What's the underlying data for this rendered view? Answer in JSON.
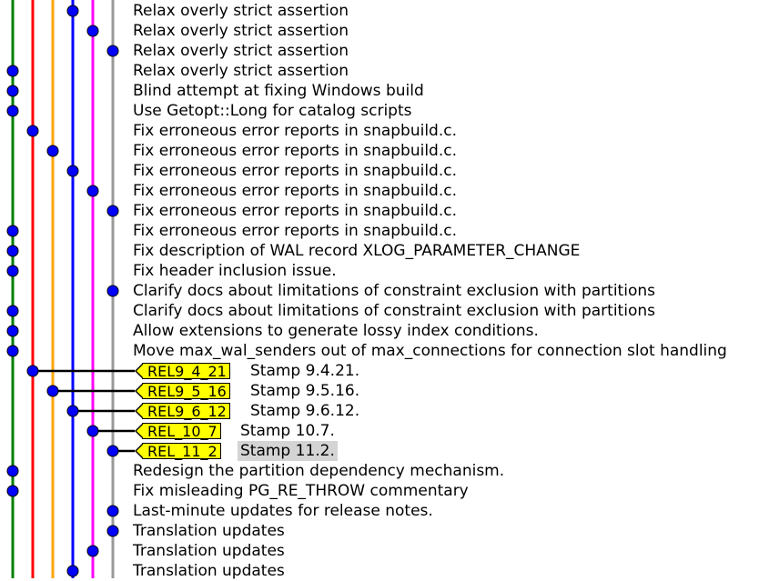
{
  "window": {
    "title": "gitk commit history"
  },
  "graph": {
    "lanes": [
      {
        "color": "#008000"
      },
      {
        "color": "#ff0000"
      },
      {
        "color": "#ffa500"
      },
      {
        "color": "#0000ff"
      },
      {
        "color": "#ff00ff"
      },
      {
        "color": "#999999"
      }
    ],
    "node_color": "#0000ff"
  },
  "commits": [
    {
      "lane": 3,
      "message": "Relax overly strict assertion"
    },
    {
      "lane": 4,
      "message": "Relax overly strict assertion"
    },
    {
      "lane": 5,
      "message": "Relax overly strict assertion"
    },
    {
      "lane": 0,
      "message": "Relax overly strict assertion"
    },
    {
      "lane": 0,
      "message": "Blind attempt at fixing Windows build"
    },
    {
      "lane": 0,
      "message": "Use Getopt::Long for catalog scripts"
    },
    {
      "lane": 1,
      "message": "Fix erroneous error reports in snapbuild.c."
    },
    {
      "lane": 2,
      "message": "Fix erroneous error reports in snapbuild.c."
    },
    {
      "lane": 3,
      "message": "Fix erroneous error reports in snapbuild.c."
    },
    {
      "lane": 4,
      "message": "Fix erroneous error reports in snapbuild.c."
    },
    {
      "lane": 5,
      "message": "Fix erroneous error reports in snapbuild.c."
    },
    {
      "lane": 0,
      "message": "Fix erroneous error reports in snapbuild.c."
    },
    {
      "lane": 0,
      "message": "Fix description of WAL record XLOG_PARAMETER_CHANGE"
    },
    {
      "lane": 0,
      "message": "Fix header inclusion issue."
    },
    {
      "lane": 5,
      "message": "Clarify docs about limitations of constraint exclusion with partitions"
    },
    {
      "lane": 0,
      "message": "Clarify docs about limitations of constraint exclusion with partitions"
    },
    {
      "lane": 0,
      "message": "Allow extensions to generate lossy index conditions."
    },
    {
      "lane": 0,
      "message": "Move max_wal_senders out of max_connections for connection slot handling"
    },
    {
      "lane": 1,
      "tag": "REL9_4_21",
      "message": "Stamp 9.4.21."
    },
    {
      "lane": 2,
      "tag": "REL9_5_16",
      "message": "Stamp 9.5.16."
    },
    {
      "lane": 3,
      "tag": "REL9_6_12",
      "message": "Stamp 9.6.12."
    },
    {
      "lane": 4,
      "tag": "REL_10_7",
      "message": "Stamp 10.7."
    },
    {
      "lane": 5,
      "tag": "REL_11_2",
      "message": "Stamp 11.2.",
      "selected": true
    },
    {
      "lane": 0,
      "message": "Redesign the partition dependency mechanism."
    },
    {
      "lane": 0,
      "message": "Fix misleading PG_RE_THROW commentary"
    },
    {
      "lane": 5,
      "message": "Last-minute updates for release notes."
    },
    {
      "lane": 5,
      "message": "Translation updates"
    },
    {
      "lane": 4,
      "message": "Translation updates"
    },
    {
      "lane": 3,
      "message": "Translation updates"
    }
  ]
}
